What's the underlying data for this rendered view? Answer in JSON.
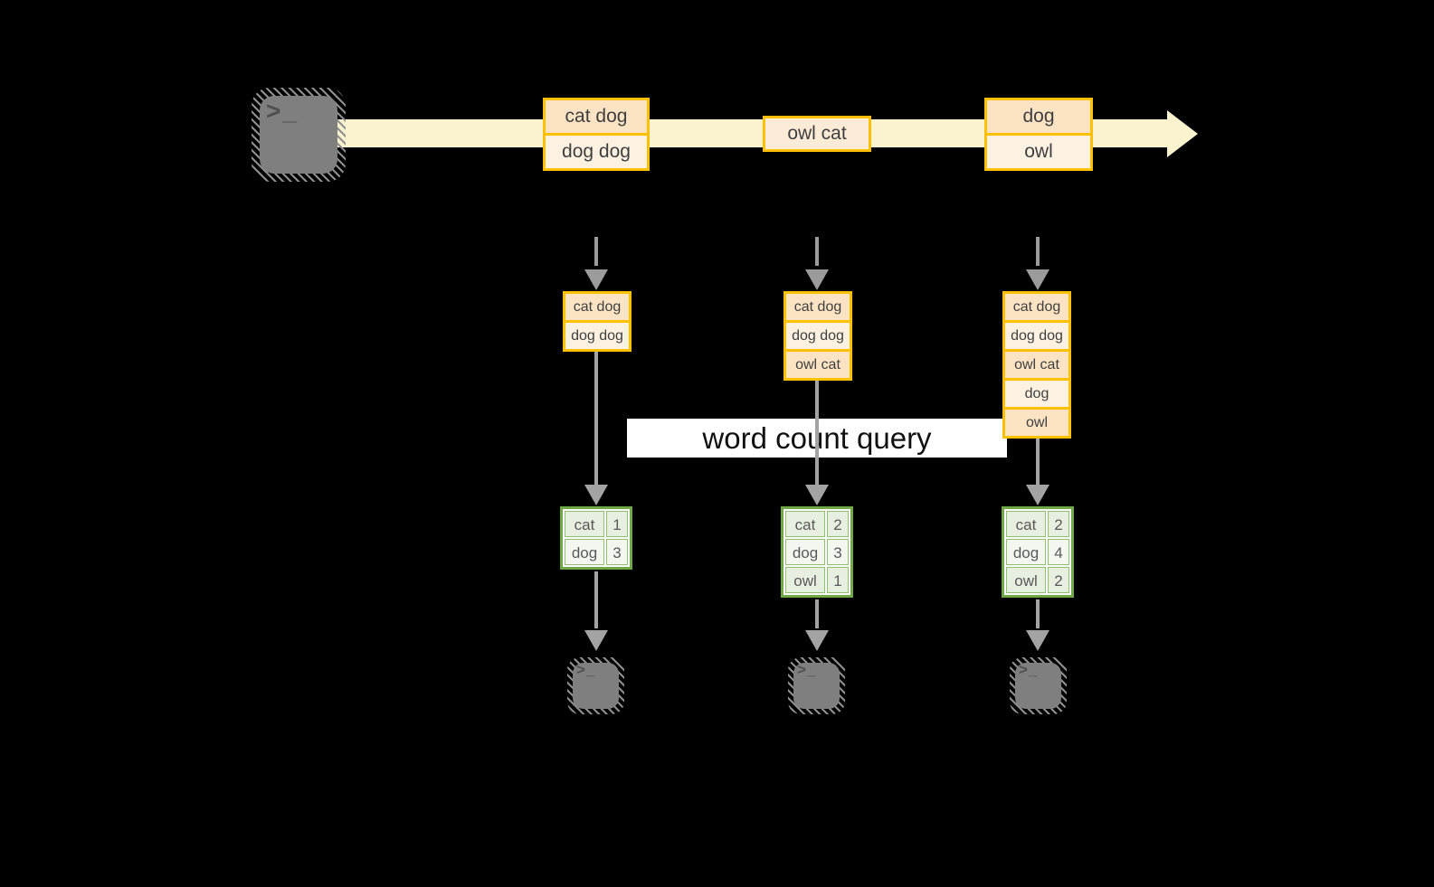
{
  "banner": {
    "label": "word count query"
  },
  "stream": {
    "groups": [
      {
        "items": [
          "cat dog",
          "dog dog"
        ]
      },
      {
        "items": [
          "owl cat"
        ]
      },
      {
        "items": [
          "dog",
          "owl"
        ]
      }
    ]
  },
  "columns": [
    {
      "records": [
        "cat dog",
        "dog dog"
      ],
      "counts": [
        [
          "cat",
          "1"
        ],
        [
          "dog",
          "3"
        ]
      ]
    },
    {
      "records": [
        "cat dog",
        "dog dog",
        "owl cat"
      ],
      "counts": [
        [
          "cat",
          "2"
        ],
        [
          "dog",
          "3"
        ],
        [
          "owl",
          "1"
        ]
      ]
    },
    {
      "records": [
        "cat dog",
        "dog dog",
        "owl cat",
        "dog",
        "owl"
      ],
      "counts": [
        [
          "cat",
          "2"
        ],
        [
          "dog",
          "4"
        ],
        [
          "owl",
          "2"
        ]
      ]
    }
  ],
  "icons": {
    "source_terminal": "terminal-prompt-icon",
    "sink_terminals": [
      "terminal-prompt-icon",
      "terminal-prompt-icon",
      "terminal-prompt-icon"
    ],
    "glyph": ">_"
  },
  "colors": {
    "background": "#000000",
    "stream_band": "#FBF2CF",
    "box_border": "#FFC000",
    "box_fill_peach": "#FBE3C4",
    "box_fill_cream": "#FDF2E2",
    "box_fill_mid": "#FCEBD6",
    "table_border": "#70A845",
    "table_cell_green": "#E7EFE0",
    "table_cell_light": "#F3F7F0",
    "arrow_gray": "#A3A3A3",
    "terminal_gray": "#7F7F7F",
    "banner_bg": "#FFFFFF",
    "text_dark": "#3F3F3F"
  }
}
